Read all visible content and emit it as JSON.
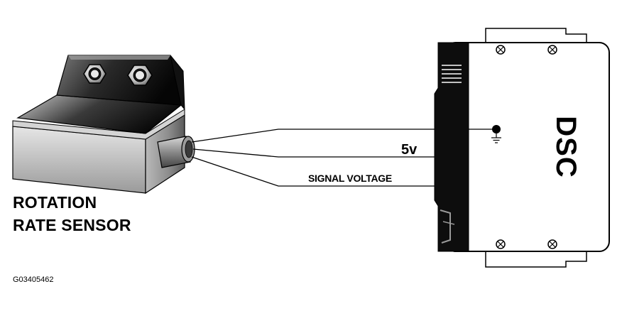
{
  "sensor": {
    "label_line1": "ROTATION",
    "label_line2": "RATE SENSOR"
  },
  "wires": [
    {
      "id": "ground",
      "label": "",
      "symbol": "ground-icon"
    },
    {
      "id": "supply",
      "label": "5v"
    },
    {
      "id": "signal",
      "label": "SIGNAL VOLTAGE"
    }
  ],
  "module": {
    "label": "DSC"
  },
  "figure_ref": "G03405462",
  "colors": {
    "line": "#000000",
    "background": "#ffffff",
    "sensor_light": "#c8c8c8",
    "sensor_dark": "#1a1a1a"
  }
}
